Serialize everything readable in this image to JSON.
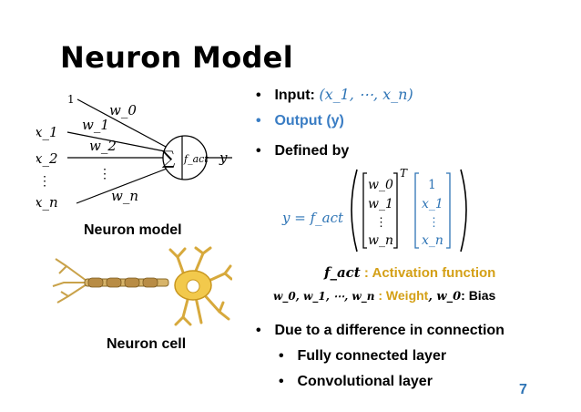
{
  "slide": {
    "title": "Neuron Model",
    "page_number": "7"
  },
  "diagram": {
    "caption_model": "Neuron model",
    "caption_cell": "Neuron cell",
    "input_one": "1",
    "inputs": [
      "x_1",
      "x_2",
      "⋮",
      "x_n"
    ],
    "weights": [
      "w_0",
      "w_1",
      "w_2",
      "⋮",
      "w_n"
    ],
    "sum_symbol": "∑",
    "activation": "f_act",
    "output": "y"
  },
  "bullets": {
    "input_label": "Input: ",
    "input_math": "(x_1, ⋯, x_n)",
    "output_label": "Output (y)",
    "defined_by": "Defined by",
    "difference": "Due to a difference in connection",
    "sub_items": [
      "Fully connected layer",
      "Convolutional layer"
    ]
  },
  "equation": {
    "lhs": "y = f_act",
    "weight_vector": [
      "w_0",
      "w_1",
      "⋮",
      "w_n"
    ],
    "transpose": "T",
    "input_vector": [
      "1",
      "x_1",
      "⋮",
      "x_n"
    ]
  },
  "legend": {
    "activation_symbol": "f_act",
    "activation_text": ": Activation function",
    "weight_symbols": "w_0, w_1, ⋯, w_n",
    "weight_text": ": Weight",
    "bias_symbol": ", w_0",
    "bias_text": ": Bias"
  },
  "colors": {
    "accent_blue": "#2e74b5",
    "output_blue": "#3a7dc4",
    "activation_orange": "#d4a017",
    "title_black": "#000000"
  }
}
